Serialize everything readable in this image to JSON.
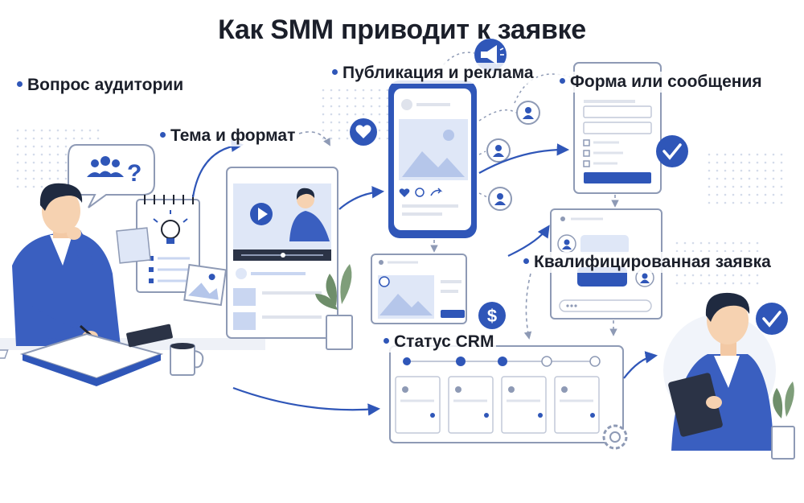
{
  "title": "Как SMM приводит к заявке",
  "steps": {
    "s1": "Вопрос аудитории",
    "s2": "Тема и формат",
    "s3": "Публикация и реклама",
    "s4": "Форма или сообщения",
    "s5": "Квалифицированная заявка",
    "s6": "Статус CRM"
  },
  "icons": {
    "question": "question-mark-icon",
    "audience": "people-group-icon",
    "bulb": "lightbulb-icon",
    "play": "play-icon",
    "heart": "heart-icon",
    "megaphone": "megaphone-icon",
    "user": "user-icon",
    "check": "check-icon",
    "dollar": "dollar-icon",
    "gear": "gear-icon",
    "comment": "comment-icon",
    "share": "share-icon"
  },
  "colors": {
    "accent": "#2f56b8",
    "accent_light": "#c9d6f1",
    "outline": "#8e9ab5",
    "text": "#1b1f2a"
  }
}
